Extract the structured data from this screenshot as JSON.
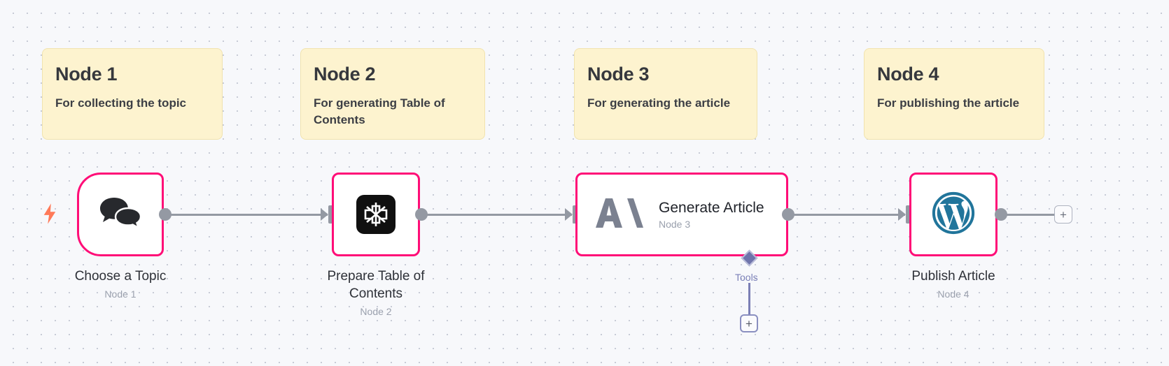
{
  "canvas": {
    "background_color": "#f7f8fb",
    "dot_color": "#c7cbd6",
    "node_border_color": "#ff0d77",
    "sticky_color": "#fdf3cf",
    "tools_accent_color": "#7b80b8"
  },
  "sticky_notes": [
    {
      "title": "Node 1",
      "body": "For collecting the topic"
    },
    {
      "title": "Node 2",
      "body": "For generating Table of Contents"
    },
    {
      "title": "Node 3",
      "body": "For generating the article"
    },
    {
      "title": "Node 4",
      "body": "For publishing the article"
    }
  ],
  "nodes": [
    {
      "caption": "Choose a Topic",
      "subcaption": "Node 1",
      "icon": "chat-bubbles-icon",
      "shape": "trigger"
    },
    {
      "caption": "Prepare Table of Contents",
      "subcaption": "Node 2",
      "icon": "anthropic-icon",
      "shape": "square"
    },
    {
      "caption": "Generate Article",
      "subcaption": "Node 3",
      "icon": "anthropic-wordmark-icon",
      "shape": "wide"
    },
    {
      "caption": "Publish Article",
      "subcaption": "Node 4",
      "icon": "wordpress-icon",
      "shape": "square"
    }
  ],
  "connectors": {
    "tools_label": "Tools",
    "add_tool_label": "+",
    "add_node_label": "+",
    "trigger_icon": "lightning-bolt-icon"
  }
}
